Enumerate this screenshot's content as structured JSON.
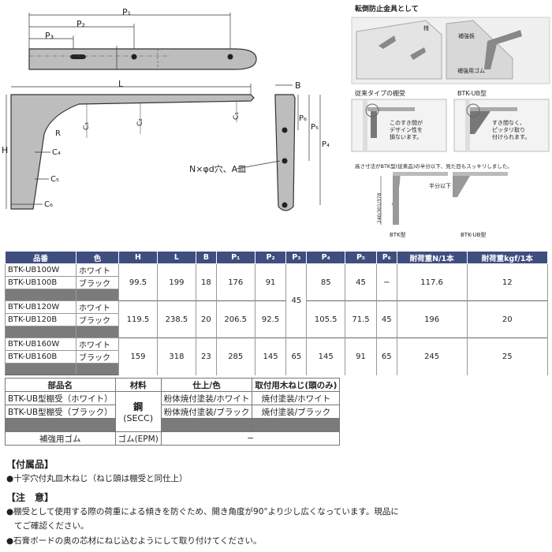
{
  "drawing": {
    "dims": {
      "P1": "P₁",
      "P2": "P₂",
      "P3": "P₃",
      "P4": "P₄",
      "P5": "P₅",
      "P6": "P₆",
      "L": "L",
      "H": "H",
      "B": "B",
      "C1": "C₁",
      "C2": "C₂",
      "C3": "C₃",
      "C4": "C₄",
      "C5": "C₅",
      "C6": "C₆",
      "R": "R"
    },
    "hole_note": "N×φd穴、A皿"
  },
  "usage": {
    "title": "転倒防止金具として",
    "label_shelf": "桟",
    "label_plate": "補強板",
    "label_rubber": "補強用ゴム",
    "old_type": "従来タイプの棚受",
    "new_type": "BTK-UB型",
    "old_desc": [
      "このすき間が",
      "デザイン性を",
      "損ないます。"
    ],
    "new_desc": [
      "すき間なく、",
      "ピッタリ取り",
      "付けられます。"
    ],
    "compare_title": "高さ寸法がBTK型(従来品)の半分以下、見た目もスッキリしました。",
    "half": "半分以下",
    "height_range": "240/301/378",
    "btk": "BTK型",
    "btkub": "BTK-UB型"
  },
  "spec_table": {
    "headers": [
      "品番",
      "色",
      "H",
      "L",
      "B",
      "P₁",
      "P₂",
      "P₃",
      "P₄",
      "P₅",
      "P₆",
      "耐荷重N/1本",
      "耐荷重kgf/1本"
    ],
    "groups": [
      {
        "parts": [
          "BTK-UB100W",
          "BTK-UB100B"
        ],
        "colors": [
          "ホワイト",
          "ブラック"
        ],
        "values": [
          "99.5",
          "199",
          "18",
          "176",
          "91",
          "85",
          "45",
          "−",
          "117.6",
          "12"
        ]
      },
      {
        "parts": [
          "BTK-UB120W",
          "BTK-UB120B"
        ],
        "colors": [
          "ホワイト",
          "ブラック"
        ],
        "values": [
          "119.5",
          "238.5",
          "20",
          "206.5",
          "92.5",
          "105.5",
          "71.5",
          "45",
          "196",
          "20"
        ]
      },
      {
        "parts": [
          "BTK-UB160W",
          "BTK-UB160B"
        ],
        "colors": [
          "ホワイト",
          "ブラック"
        ],
        "values": [
          "159",
          "318",
          "23",
          "285",
          "145",
          "145",
          "91",
          "65",
          "245",
          "25"
        ]
      }
    ],
    "p3_shared": "45",
    "p3_last": "65"
  },
  "parts_table": {
    "headers": [
      "部品名",
      "材料",
      "仕上/色",
      "取付用木ねじ(頭のみ)"
    ],
    "rows": [
      [
        "BTK-UB型棚受（ホワイト）",
        "粉体焼付塗装/ホワイト",
        "焼付塗装/ホワイト"
      ],
      [
        "BTK-UB型棚受（ブラック）",
        "粉体焼付塗装/ブラック",
        "焼付塗装/ブラック"
      ]
    ],
    "material": [
      "鋼",
      "(SECC)"
    ],
    "rubber": [
      "補強用ゴム",
      "ゴム(EPM)",
      "−"
    ]
  },
  "notes": {
    "accessory_title": "【付属品】",
    "accessory": "●十字穴付丸皿木ねじ（ねじ頭は棚受と同仕上）",
    "caution_title": "【注　意】",
    "caution1a": "●棚受として使用する際の荷重による傾きを防ぐため、開き角度が90°より少し広くなっています。現品に",
    "caution1b": "てご確認ください。",
    "caution2": "●石膏ボードの奥の芯材にねじ込むようにして取り付けてください。"
  }
}
